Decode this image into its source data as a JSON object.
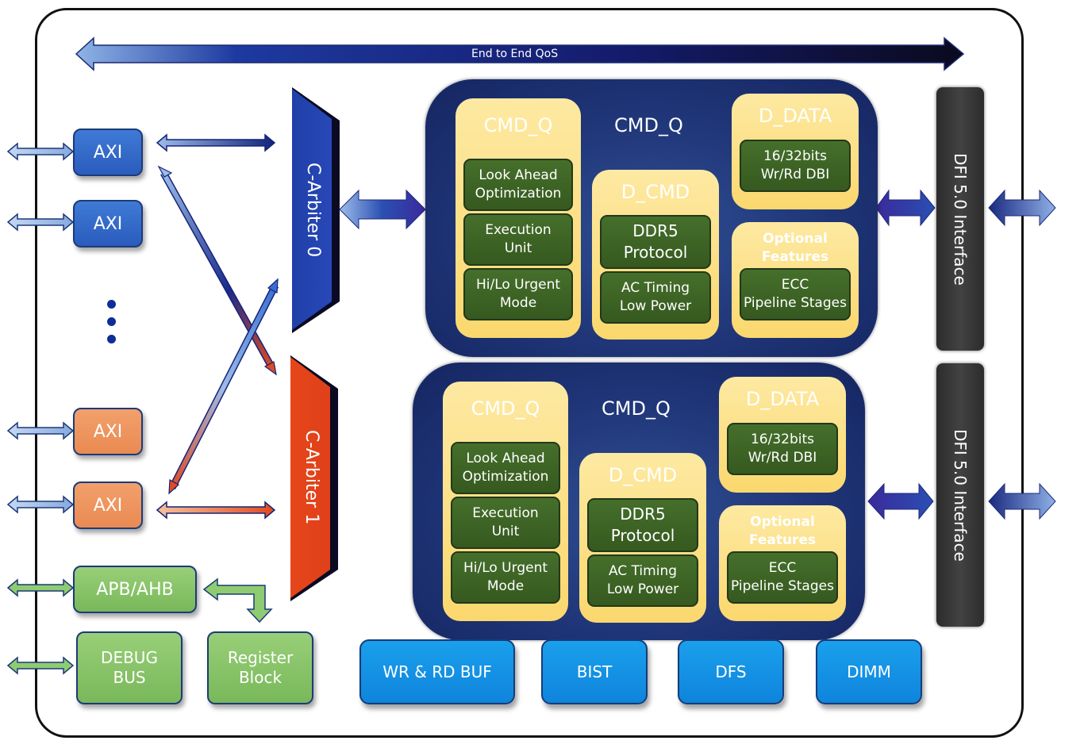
{
  "diagram": {
    "qos_bar": {
      "label": "End to End QoS"
    },
    "left_ports": {
      "axi_blue": [
        "AXI",
        "AXI"
      ],
      "ellipsis": "vertical-dots",
      "axi_orange": [
        "AXI",
        "AXI"
      ],
      "apb": "APB/AHB",
      "debug": [
        "DEBUG",
        "BUS"
      ],
      "register": [
        "Register",
        "Block"
      ]
    },
    "arbiters": [
      {
        "label": "C-Arbiter 0",
        "color": "#1f3fa8"
      },
      {
        "label": "C-Arbiter 1",
        "color": "#e24a1f"
      }
    ],
    "controllers": [
      {
        "center_label": "CMD_Q",
        "cmd_q": {
          "title": "CMD_Q",
          "items": [
            [
              "Look Ahead",
              "Optimization"
            ],
            [
              "Execution",
              "Unit"
            ],
            [
              "Hi/Lo Urgent",
              "Mode"
            ]
          ]
        },
        "d_cmd": {
          "title": "D_CMD",
          "items": [
            [
              "DDR5",
              "Protocol"
            ],
            [
              "AC Timing",
              "Low Power"
            ]
          ]
        },
        "d_data": {
          "title": "D_DATA",
          "items": [
            [
              "16/32bits",
              "Wr/Rd DBI"
            ]
          ]
        },
        "optional": {
          "title": [
            "Optional",
            "Features"
          ],
          "items": [
            [
              "ECC",
              "Pipeline Stages"
            ]
          ]
        }
      },
      {
        "center_label": "CMD_Q",
        "cmd_q": {
          "title": "CMD_Q",
          "items": [
            [
              "Look Ahead",
              "Optimization"
            ],
            [
              "Execution",
              "Unit"
            ],
            [
              "Hi/Lo Urgent",
              "Mode"
            ]
          ]
        },
        "d_cmd": {
          "title": "D_CMD",
          "items": [
            [
              "DDR5",
              "Protocol"
            ],
            [
              "AC Timing",
              "Low Power"
            ]
          ]
        },
        "d_data": {
          "title": "D_DATA",
          "items": [
            [
              "16/32bits",
              "Wr/Rd DBI"
            ]
          ]
        },
        "optional": {
          "title": [
            "Optional",
            "Features"
          ],
          "items": [
            [
              "ECC",
              "Pipeline Stages"
            ]
          ]
        }
      }
    ],
    "dfi": [
      "DFI 5.0 Interface",
      "DFI 5.0 Interface"
    ],
    "bottom_blocks": [
      "WR & RD BUF",
      "BIST",
      "DFS",
      "DIMM"
    ],
    "colors": {
      "axi_blue": "#3a72d2",
      "axi_orange": "#ee9460",
      "green": "#86c267",
      "controller_bg": "#1f3577",
      "panel_yellow": "#fbdc7c",
      "inner_green": "#3e6526",
      "dfi_gray": "#363636",
      "bottom_blue": "#1592e4"
    }
  }
}
